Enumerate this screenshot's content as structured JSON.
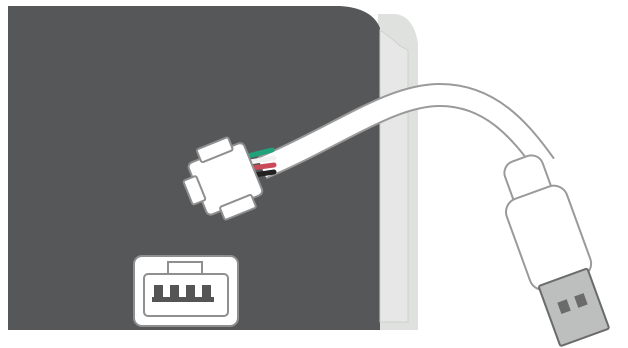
{
  "scene": {
    "board": "device-board",
    "cable": "usb-cable",
    "plug": "usb-a-plug",
    "connector": "jst-connector",
    "port": "board-port"
  },
  "wires": [
    {
      "name": "green-wire",
      "color": "#1fa37a"
    },
    {
      "name": "red-wire",
      "color": "#c94b5a"
    },
    {
      "name": "white-wire",
      "color": "#f2f2f2"
    },
    {
      "name": "black-wire",
      "color": "#222222"
    }
  ],
  "colors": {
    "board": "#565758",
    "board_side": "#dfe1df",
    "cable": "#ffffff",
    "outline": "#9a9a9a",
    "metal": "#bdbebe",
    "metal_dark": "#6b6b6b"
  }
}
